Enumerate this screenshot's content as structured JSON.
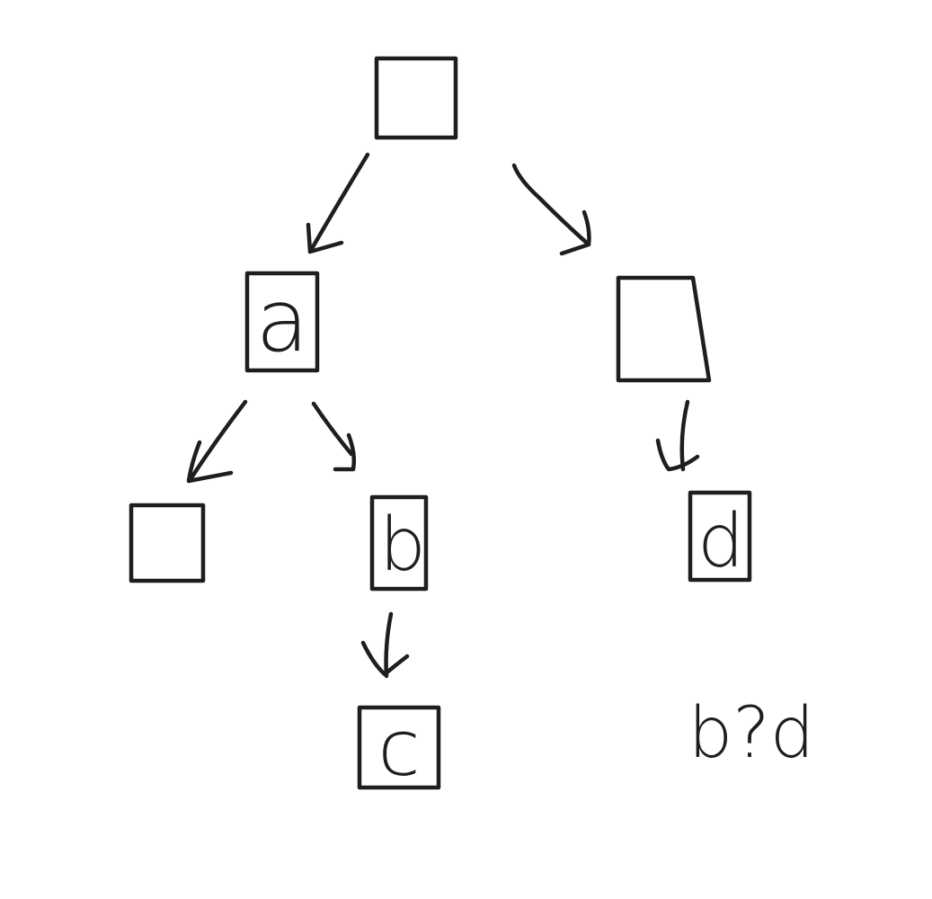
{
  "diagram": {
    "stroke_color": "#1e1e1e",
    "background": "#ffffff",
    "nodes": {
      "root": {
        "label": ""
      },
      "a": {
        "label": "a"
      },
      "right": {
        "label": ""
      },
      "left_leaf": {
        "label": ""
      },
      "b": {
        "label": "b"
      },
      "d": {
        "label": "d"
      },
      "c": {
        "label": "c"
      }
    },
    "edges": [
      {
        "from": "root",
        "to": "a"
      },
      {
        "from": "root",
        "to": "right"
      },
      {
        "from": "a",
        "to": "left_leaf"
      },
      {
        "from": "a",
        "to": "b"
      },
      {
        "from": "right",
        "to": "d"
      },
      {
        "from": "b",
        "to": "c"
      }
    ],
    "annotation": "b?d"
  }
}
